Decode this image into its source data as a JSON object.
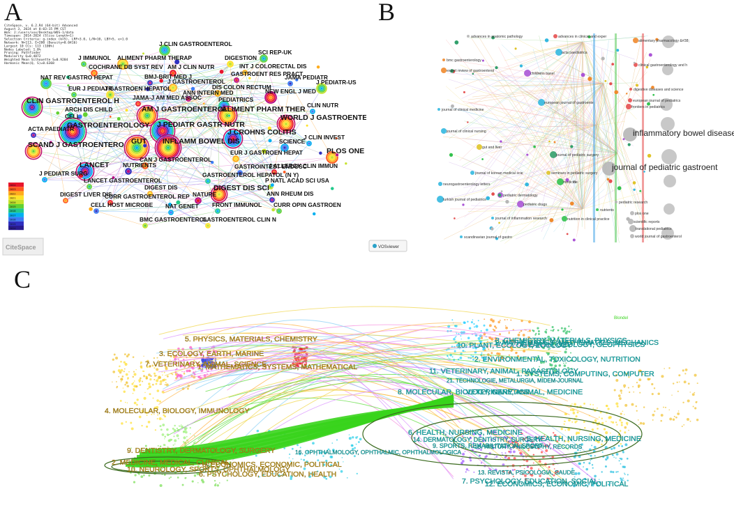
{
  "panels": {
    "a": {
      "letter": "A"
    },
    "b": {
      "letter": "B"
    },
    "c": {
      "letter": "C"
    }
  },
  "citespace": {
    "header_lines": [
      "CiteSpace, v. 6.2.R4 (64-bit) Advanced",
      "August 3, 2024 at 8:03:15 PM CST",
      "WoS: J:/users/xxx/Desktop/WOS-1/data",
      "Timespan: 2014-2024 (Slice Length=1)",
      "Selection Criteria: g-index (k=5), LRF=3.0, L/N=10, LBY=5, e=1.0",
      "Network: N=113, E=280 (Density=0.0416)",
      "Largest 10 CCs: 113 (100%)",
      "Nodes Labeled: 1.0%",
      "Pruning: Pathfinder",
      "Modularity Q=0.4872",
      "Weighted Mean Silhouette S=0.9284",
      "Harmonic Mean(Q, S)=0.6368"
    ],
    "legend_years": [
      "2024",
      "2023",
      "2022",
      "2021",
      "2020",
      "2019",
      "2018",
      "2017",
      "2016",
      "2015",
      "2014"
    ],
    "logo_text": "CiteSpace",
    "labels": [
      {
        "text": "J CLIN GASTROENTEROL",
        "big": false
      },
      {
        "text": "SCI REP-UK",
        "big": false
      },
      {
        "text": "J IMMUNOL",
        "big": false
      },
      {
        "text": "ALIMENT PHARM THERAP",
        "big": false
      },
      {
        "text": "DIGESTION",
        "big": false
      },
      {
        "text": "INT J COLORECTAL DIS",
        "big": false
      },
      {
        "text": "COCHRANE DB SYST REV",
        "big": false
      },
      {
        "text": "AM J CLIN NUTR",
        "big": false
      },
      {
        "text": "GASTROENT RES PRACT",
        "big": false
      },
      {
        "text": "BMJ-BRIT MED J",
        "big": false
      },
      {
        "text": "JAMA PEDIATR",
        "big": false
      },
      {
        "text": "NAT REV GASTRO HEPAT",
        "big": false
      },
      {
        "text": "J PEDIATR-US",
        "big": false
      },
      {
        "text": "EUR J PEDIATR",
        "big": false
      },
      {
        "text": "J GASTROEN HEPATOL",
        "big": false
      },
      {
        "text": "J GASTROENTEROL",
        "big": false
      },
      {
        "text": "DIS COLON RECTUM",
        "big": false
      },
      {
        "text": "NEW ENGL J MED",
        "big": false
      },
      {
        "text": "JAMA-J AM MED ASSOC",
        "big": false
      },
      {
        "text": "ANN INTERN MED",
        "big": false
      },
      {
        "text": "CLIN GASTROENTEROL H",
        "big": true
      },
      {
        "text": "PEDIATRICS",
        "big": false
      },
      {
        "text": "CLIN NUTR",
        "big": false
      },
      {
        "text": "ARCH DIS CHILD",
        "big": false
      },
      {
        "text": "AM J GASTROENTEROL",
        "big": true
      },
      {
        "text": "ALIMENT PHARM THER",
        "big": true
      },
      {
        "text": "WORLD J GASTROENTERO",
        "big": true
      },
      {
        "text": "CELL",
        "big": false
      },
      {
        "text": "GASTROENTEROLOGY",
        "big": true
      },
      {
        "text": "J PEDIATR GASTR NUTR",
        "big": true
      },
      {
        "text": "J CROHNS COLITIS",
        "big": true
      },
      {
        "text": "ACTA PAEDIATR",
        "big": false
      },
      {
        "text": "SCIENCE",
        "big": false
      },
      {
        "text": "J CLIN INVEST",
        "big": false
      },
      {
        "text": "GUT",
        "big": true
      },
      {
        "text": "INFLAMM BOWEL DIS",
        "big": true
      },
      {
        "text": "SCAND J GASTROENTERO",
        "big": true
      },
      {
        "text": "PLOS ONE",
        "big": true
      },
      {
        "text": "EUR J GASTROEN HEPAT",
        "big": false
      },
      {
        "text": "CAN J GASTROENTEROL",
        "big": false
      },
      {
        "text": "J ALLERGY CLIN IMMUN",
        "big": false
      },
      {
        "text": "LANCET",
        "big": true
      },
      {
        "text": "NUTRIENTS",
        "big": false
      },
      {
        "text": "GASTROINTEST ENDOSC",
        "big": false
      },
      {
        "text": "J PEDIATR SURG",
        "big": false
      },
      {
        "text": "GASTROENTEROL HEPATOL (N Y)",
        "big": false
      },
      {
        "text": "LANCET GASTROENTEROL",
        "big": false
      },
      {
        "text": "P NATL ACAD SCI USA",
        "big": false
      },
      {
        "text": "DIGEST DIS SCI",
        "big": true
      },
      {
        "text": "DIGEST DIS",
        "big": false
      },
      {
        "text": "DIGEST LIVER DIS",
        "big": false
      },
      {
        "text": "CURR GASTROENTEROL REP",
        "big": false
      },
      {
        "text": "NATURE",
        "big": false
      },
      {
        "text": "ANN RHEUM DIS",
        "big": false
      },
      {
        "text": "CELL HOST MICROBE",
        "big": false
      },
      {
        "text": "NAT GENET",
        "big": false
      },
      {
        "text": "FRONT IMMUNOL",
        "big": false
      },
      {
        "text": "CURR OPIN GASTROEN",
        "big": false
      },
      {
        "text": "BMC GASTROENTEROL",
        "big": false
      },
      {
        "text": "GASTROENTEROL CLIN N",
        "big": false
      }
    ]
  },
  "vosviewer": {
    "logo_text": "VOSviewer",
    "labels": [
      {
        "text": "advances in anatomic pathology"
      },
      {
        "text": "advances in clinical and exper"
      },
      {
        "text": "alimentary pharmacology &#38;"
      },
      {
        "text": "acta paediatrica"
      },
      {
        "text": "bmc gastroenterology"
      },
      {
        "text": "clinical gastroenterology and h"
      },
      {
        "text": "expert review of gastroenterol"
      },
      {
        "text": "childrens basel"
      },
      {
        "text": "digestive diseases and science"
      },
      {
        "text": "european journal of pediatrics"
      },
      {
        "text": "frontiers in pediatrics"
      },
      {
        "text": "european journal of gastroente"
      },
      {
        "text": "journal of clinical medicine"
      },
      {
        "text": "inflammatory bowel diseases"
      },
      {
        "text": "gut and liver"
      },
      {
        "text": "journal of pediatric surgery"
      },
      {
        "text": "journal of pediatric gastroent"
      },
      {
        "text": "journal of korean medical scie"
      },
      {
        "text": "pediatric dermatology"
      },
      {
        "text": "pediatric drugs"
      },
      {
        "text": "nutrients"
      },
      {
        "text": "plos one"
      },
      {
        "text": "scientific reports"
      },
      {
        "text": "translational pediatrics"
      },
      {
        "text": "scandinavian journal of gastro"
      },
      {
        "text": "world journal of gastroenterol"
      },
      {
        "text": "journal of clinical nursing"
      },
      {
        "text": "turkish journal of pediatrics"
      },
      {
        "text": "journal of inflammation research"
      },
      {
        "text": "neurogastroenterology letters"
      },
      {
        "text": "nutrition in clinical practice"
      },
      {
        "text": "medicine"
      },
      {
        "text": "pediatric research"
      },
      {
        "text": "seminars in pediatric surgery"
      }
    ]
  },
  "overlay": {
    "label_top_right": "Blondel",
    "left_labels": [
      {
        "text": "5. PHYSICS, MATERIALS, CHEMISTRY"
      },
      {
        "text": "3. ECOLOGY, EARTH, MARINE"
      },
      {
        "text": "7. VETERINARY, ANIMAL, SCIENCE"
      },
      {
        "text": "1. MATHEMATICS, SYSTEMS, MATHEMATICAL"
      },
      {
        "text": "4. MOLECULAR, BIOLOGY, IMMUNOLOGY"
      },
      {
        "text": "9. DENTISTRY, DERMATOLOGY, SURGERY"
      },
      {
        "text": "2. MEDICINE, MEDICAL, CLINICAL"
      },
      {
        "text": "10. NEUROLOGY, SPORTS, OPHTHALMOLOGY"
      },
      {
        "text": "8. ECONOMICS, ECONOMIC, POLITICAL"
      },
      {
        "text": "6. PSYCHOLOGY, EDUCATION, HEALTH"
      }
    ],
    "right_labels": [
      {
        "text": "3. CHEMISTRY, MATERIALS, PHYSICS"
      },
      {
        "text": "1. MATHEMATICS, MATHEMATICS, MECHANICS"
      },
      {
        "text": "10. PLANT, ECOLOGY, ZOOLOGY"
      },
      {
        "text": "4. EARTH, GEOLOGY, GEOPHYSICS"
      },
      {
        "text": "2. ENVIRONMENTAL, TOXICOLOGY, NUTRITION"
      },
      {
        "text": "11. VETERINARY, ANIMAL, PARASITOLOGY"
      },
      {
        "text": "1. SYSTEMS, COMPUTING, COMPUTER"
      },
      {
        "text": "21. TECHNOLOGIE, METALURGIA, MIDEM-JOURNAL"
      },
      {
        "text": "8. MOLECULAR, BIOLOGY, GENETICS"
      },
      {
        "text": "6. HEALTH, NURSING, MEDICINE"
      },
      {
        "text": "14. DERMATOLOGY, DENTISTRY, SURGERY"
      },
      {
        "text": "9. SPORTS, REHABILITATION, SPORT"
      },
      {
        "text": "18. HISTORY, PHILOSOPHY, RECORDS"
      },
      {
        "text": "16. OPHTHALMOLOGY, OPHTHALMIC, OPHTHALMOLOGICA"
      },
      {
        "text": "13. REVISTA, PSICOLOGIA, SAUDE"
      },
      {
        "text": "7. PSYCHOLOGY, EDUCATION, SOCIAL"
      },
      {
        "text": "12. ECONOMICS, ECONOMIC, POLITICAL"
      },
      {
        "text": "5. HEALTH, NURSING, MEDICINE"
      },
      {
        "text": "VETERINARY, ANIMAL, MEDICINE"
      }
    ]
  }
}
